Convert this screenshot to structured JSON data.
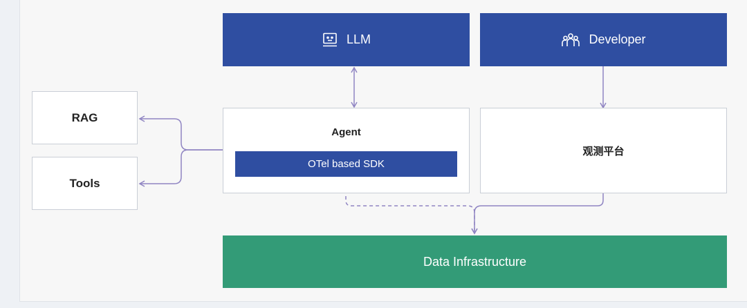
{
  "diagram": {
    "nodes": {
      "llm": "LLM",
      "developer": "Developer",
      "rag": "RAG",
      "tools": "Tools",
      "agent": "Agent",
      "sdk": "OTel based SDK",
      "platform": "观测平台",
      "data_infra": "Data Infrastructure"
    },
    "icons": {
      "llm": "robot-icon",
      "developer": "users-icon"
    },
    "colors": {
      "blue": "#2f4ea1",
      "green": "#339b77",
      "connector": "#8f84c2"
    }
  }
}
